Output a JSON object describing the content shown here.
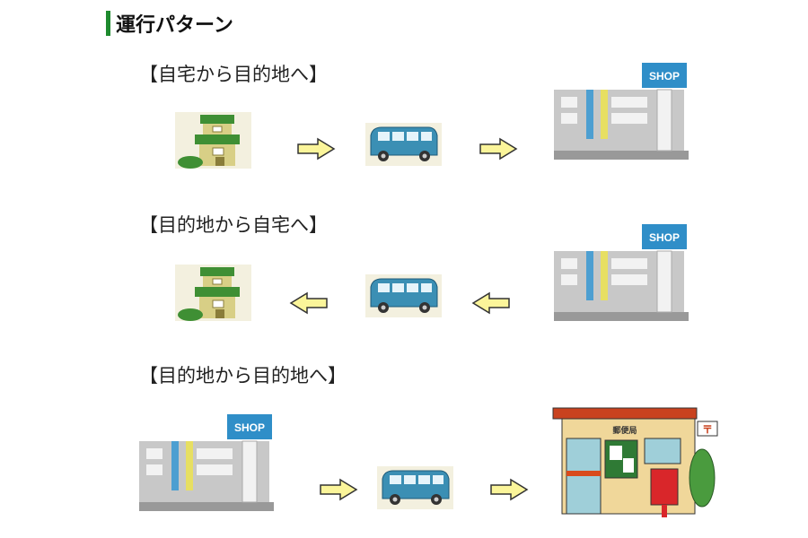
{
  "page": {
    "title": "運行パターン",
    "accent_color": "#1e8a2e"
  },
  "patterns": [
    {
      "label": "【自宅から目的地へ】",
      "flow": [
        "house-icon",
        "arrow-right-icon",
        "van-icon",
        "arrow-right-icon",
        "shop-icon"
      ]
    },
    {
      "label": "【目的地から自宅へ】",
      "flow": [
        "house-icon",
        "arrow-left-icon",
        "van-icon",
        "arrow-left-icon",
        "shop-icon"
      ]
    },
    {
      "label": "【目的地から目的地へ】",
      "flow": [
        "shop-icon",
        "arrow-right-icon",
        "van-icon",
        "arrow-right-icon",
        "post-office-icon"
      ]
    }
  ],
  "signs": {
    "shop": "SHOP",
    "post_office": "郵便局"
  }
}
